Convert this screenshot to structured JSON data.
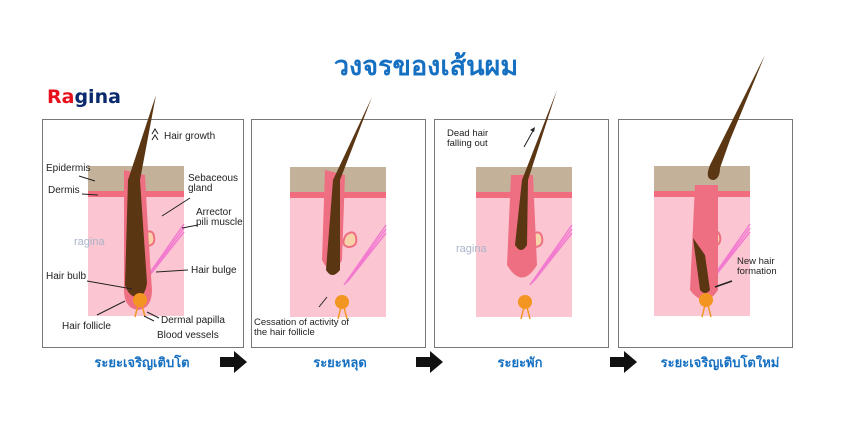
{
  "title": "วงจรของเส้นผม",
  "logo": {
    "brand": "Ragina",
    "part1": "Ra",
    "part2": "gina"
  },
  "watermark": "ragina",
  "panels": [
    {
      "caption": "ระยะเจริญเติบโต",
      "labels": {
        "hair_growth": "Hair growth",
        "epidermis": "Epidermis",
        "dermis": "Dermis",
        "sebaceous": "Sebaceous gland",
        "arrector": "Arrector pili muscle",
        "hair_bulge": "Hair bulge",
        "hair_bulb": "Hair bulb",
        "hair_follicle": "Hair follicle",
        "dermal_papilla": "Dermal papilla",
        "blood_vessels": "Blood vessels"
      }
    },
    {
      "caption": "ระยะหลุด",
      "labels": {
        "cessation": "Cessation of activity of the hair follicle"
      }
    },
    {
      "caption": "ระยะพัก",
      "labels": {
        "dead_hair": "Dead hair falling out"
      }
    },
    {
      "caption": "ระยะเจริญเติบโตใหม่",
      "labels": {
        "new_hair": "New hair formation"
      }
    }
  ],
  "colors": {
    "title": "#1670c2",
    "epidermis": "#c4b199",
    "dermis_band": "#f06c7e",
    "skin": "#fbc6d2",
    "follicle": "#ef6f82",
    "hair": "#5a3613",
    "papilla": "#f39521",
    "sebaceous": "#f8d2a8",
    "muscle": "#f27bd0"
  }
}
